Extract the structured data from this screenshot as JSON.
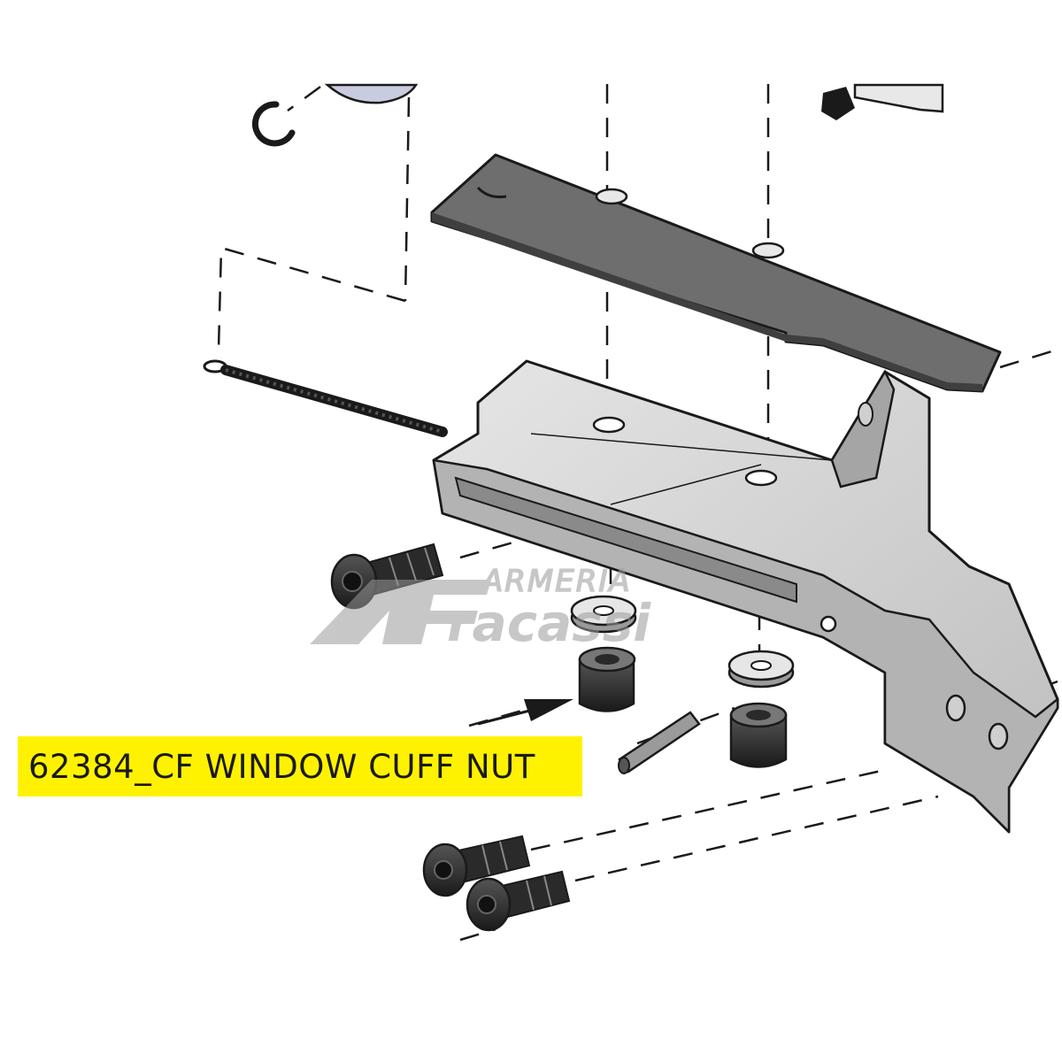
{
  "part_label": "62384_CF WINDOW CUFF NUT",
  "watermark": {
    "line1": "ARMERIA",
    "line2": "racassi"
  },
  "colors": {
    "label_bg": "#fff200",
    "plate": "#6e6e6e",
    "body": "#d8d8d8",
    "ink": "#1a1a1a"
  }
}
